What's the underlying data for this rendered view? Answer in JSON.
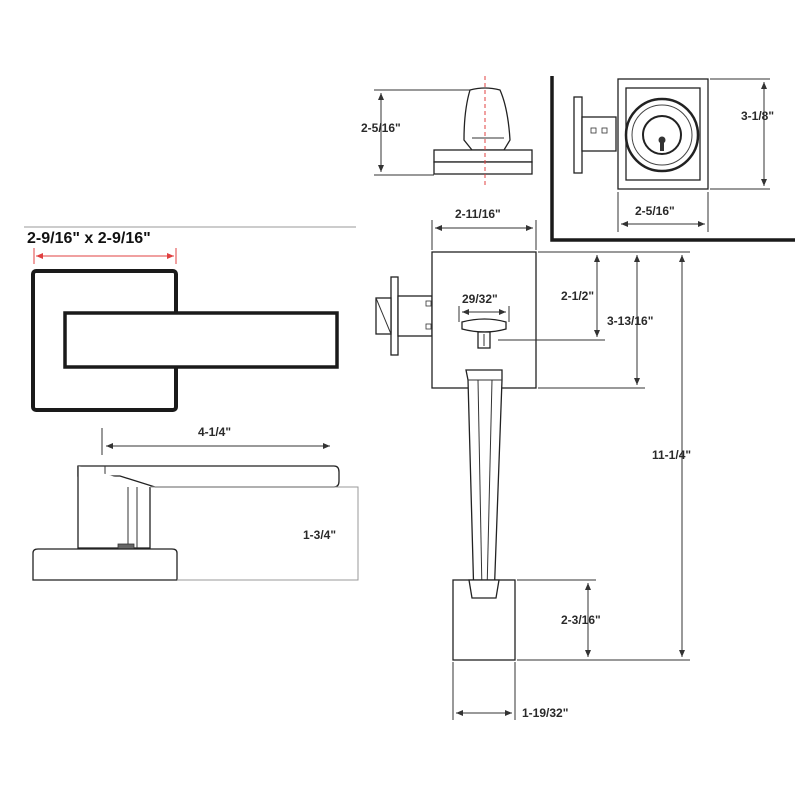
{
  "dimensions": {
    "rosette_size": "2-9/16\" x 2-9/16\"",
    "lever_length": "4-1/4\"",
    "lever_projection": "1-3/4\"",
    "thumb_height": "2-5/16\"",
    "deadbolt_height": "3-1/8\"",
    "deadbolt_width": "2-5/16\"",
    "escutcheon_width": "2-11/16\"",
    "escutcheon_top_to_thumb": "2-1/2\"",
    "thumb_width": "29/32\"",
    "escutcheon_height": "3-13/16\"",
    "overall_height": "11-1/4\"",
    "bottom_plate_height": "2-3/16\"",
    "bottom_plate_width": "1-19/32\""
  },
  "colors": {
    "line": "#222222",
    "centerline": "#e04040",
    "ink": "#111111"
  }
}
